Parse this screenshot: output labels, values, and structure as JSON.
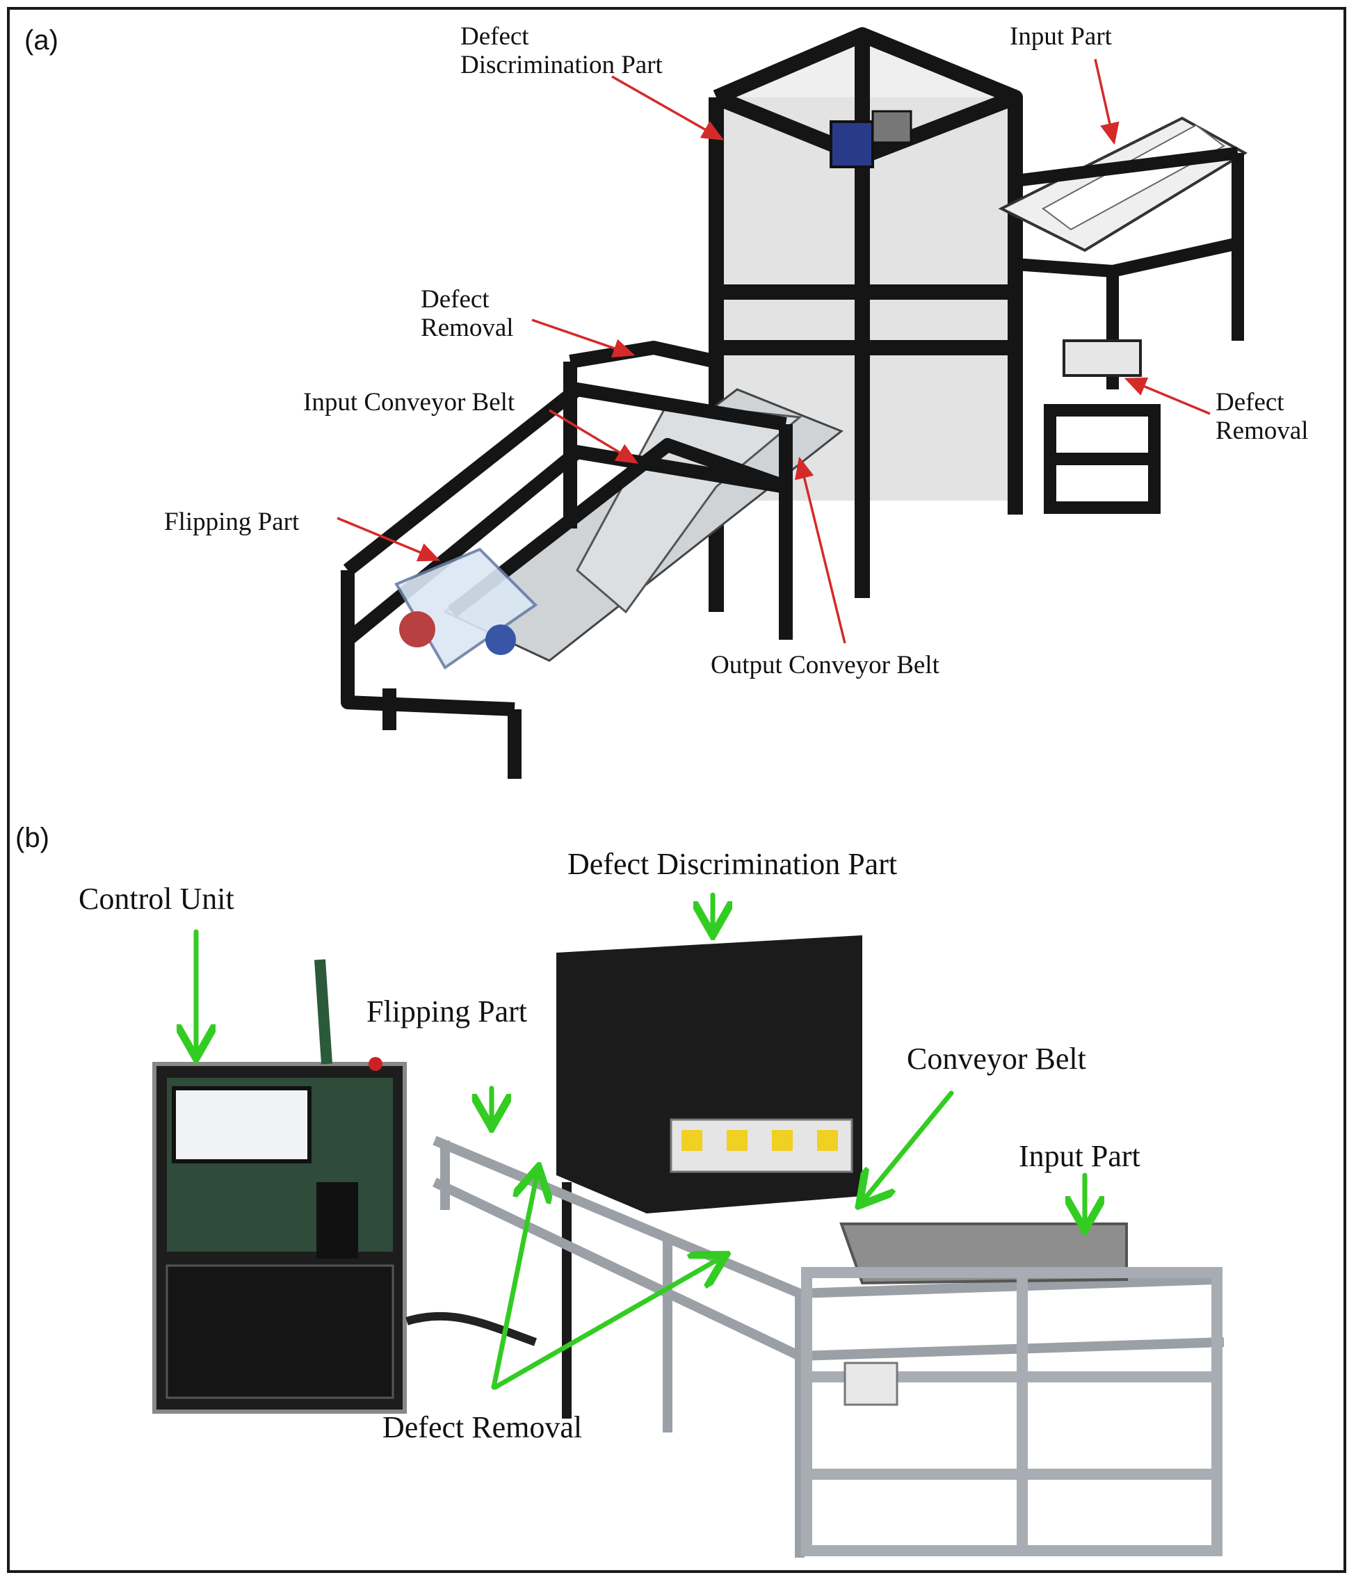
{
  "panel_a": {
    "letter": "(a)",
    "labels": {
      "defect_discrimination_line1": "Defect",
      "defect_discrimination_line2": "Discrimination Part",
      "input_part": "Input Part",
      "defect_removal_left_line1": "Defect",
      "defect_removal_left_line2": "Removal",
      "input_conveyor_belt": "Input Conveyor Belt",
      "flipping_part": "Flipping Part",
      "defect_removal_right_line1": "Defect",
      "defect_removal_right_line2": "Removal",
      "output_conveyor_belt": "Output Conveyor Belt"
    },
    "arrow_color": "#d42a2a"
  },
  "panel_b": {
    "letter": "(b)",
    "labels": {
      "control_unit": "Control Unit",
      "defect_discrimination_part": "Defect Discrimination Part",
      "flipping_part": "Flipping Part",
      "conveyor_belt": "Conveyor Belt",
      "input_part": "Input Part",
      "defect_removal": "Defect Removal"
    },
    "arrow_color": "#33cc22"
  }
}
